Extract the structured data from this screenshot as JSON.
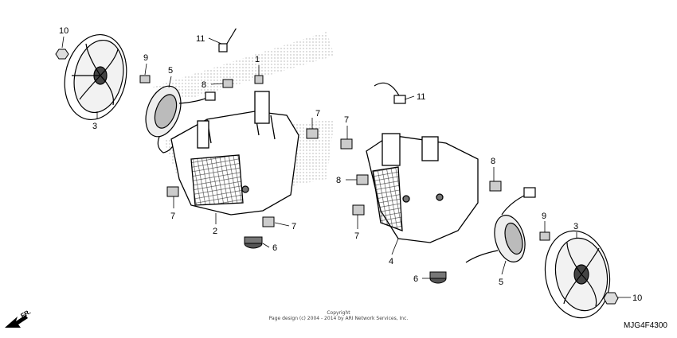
{
  "callouts": {
    "c10_left": "10",
    "c3_left": "3",
    "c9_left": "9",
    "c5_left": "5",
    "c11_left": "11",
    "c8_left": "8",
    "c1": "1",
    "c7_left_right": "7",
    "c7_left_bottom": "7",
    "c2": "2",
    "c7_left_lower": "7",
    "c6_left": "6",
    "c11_right": "11",
    "c7_right_top": "7",
    "c8_right_upper": "8",
    "c8_right_left": "8",
    "c7_right_lower": "7",
    "c4": "4",
    "c6_right": "6",
    "c9_right": "9",
    "c3_right": "3",
    "c5_right": "5",
    "c10_right": "10"
  },
  "direction_label": "FR.",
  "copyright": {
    "line1": "Copyright",
    "line2": "Page design (c) 2004 - 2014 by ARI Network Services, Inc."
  },
  "diagram_code": "MJG4F4300"
}
